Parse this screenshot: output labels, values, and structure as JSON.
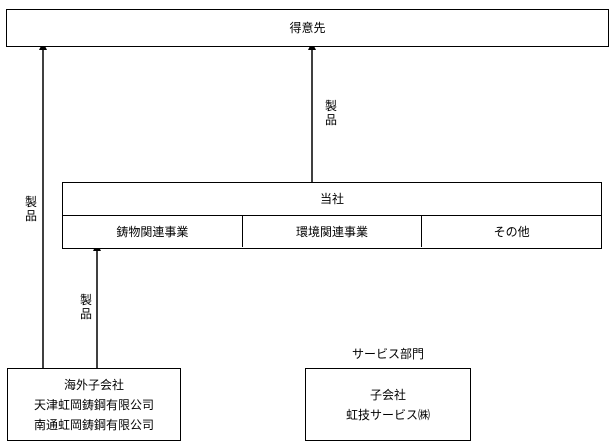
{
  "customer": "得意先",
  "company": {
    "title": "当社",
    "segments": [
      "鋳物関連事業",
      "環境関連事業",
      "その他"
    ]
  },
  "product_labels": {
    "top": "製\n品",
    "left": "製\n品",
    "lower": "製\n品"
  },
  "overseas": {
    "heading": "海外子会社",
    "lines": [
      "天津虹岡鋳鋼有限公司",
      "南通虹岡鋳鋼有限公司"
    ]
  },
  "service": {
    "caption": "サービス部門",
    "heading": "子会社",
    "name": "虹技サービス㈱"
  }
}
